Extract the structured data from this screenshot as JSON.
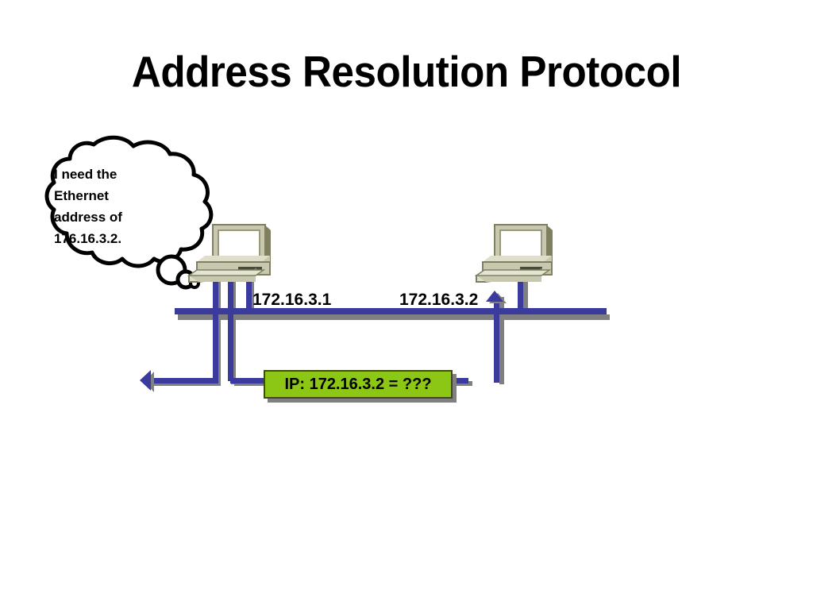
{
  "slide": {
    "title": "Address Resolution Protocol",
    "background_color": "#FFFFFF"
  },
  "thought_bubble": {
    "name": "thought-bubble",
    "speaker": "host-172-16-3-1",
    "lines": [
      "I need the",
      "Ethernet",
      "address of",
      "176.16.3.2."
    ],
    "outline_color": "#000000",
    "fill_color": "#FFFFFF"
  },
  "network": {
    "bus_color": "#3B3B9E",
    "bus_shadow_color": "#808080",
    "hosts": [
      {
        "name": "host-left",
        "ip_label": "172.16.3.1",
        "icon": "desktop-computer-icon",
        "case_color": "#C8C8B0",
        "shade_color": "#808060",
        "screen_color": "#FFFFFF"
      },
      {
        "name": "host-right",
        "ip_label": "172.16.3.2",
        "icon": "desktop-computer-icon",
        "case_color": "#C8C8B0",
        "shade_color": "#808060",
        "screen_color": "#FFFFFF"
      }
    ]
  },
  "request_packet": {
    "name": "arp-request-box",
    "label": "IP: 172.16.3.2 = ???",
    "fill_color": "#8CC716",
    "border_color": "#3F4A14",
    "shadow_color": "#808080",
    "text_color": "#000000"
  },
  "arrows": {
    "broadcast_left": {
      "name": "broadcast-arrow-left",
      "direction": "left",
      "color": "#3B3B9E"
    },
    "request_to_box": {
      "name": "request-arrow-right",
      "direction": "right",
      "color": "#3B3B9E"
    },
    "delivery_to_host_right": {
      "name": "delivery-arrow-up",
      "direction": "up",
      "color": "#3B3B9E"
    }
  }
}
